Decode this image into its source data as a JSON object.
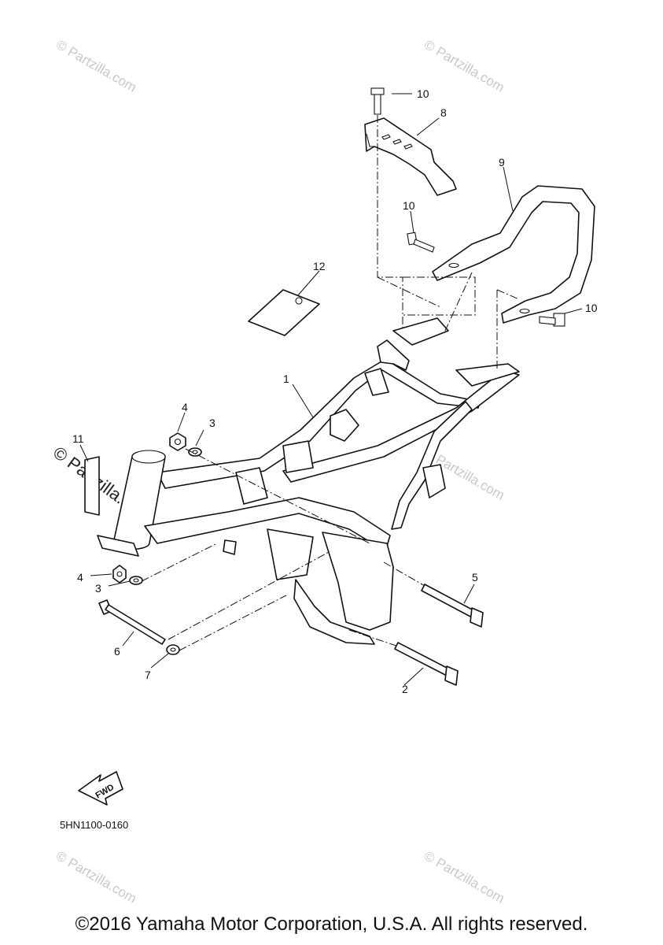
{
  "watermark": {
    "text": "© Partzilla.com",
    "featured_text": "© Partzilla.com"
  },
  "callouts": [
    {
      "id": "1",
      "label": "1"
    },
    {
      "id": "2",
      "label": "2"
    },
    {
      "id": "3a",
      "label": "3"
    },
    {
      "id": "3b",
      "label": "3"
    },
    {
      "id": "4a",
      "label": "4"
    },
    {
      "id": "4b",
      "label": "4"
    },
    {
      "id": "5",
      "label": "5"
    },
    {
      "id": "6",
      "label": "6"
    },
    {
      "id": "7",
      "label": "7"
    },
    {
      "id": "8",
      "label": "8"
    },
    {
      "id": "9",
      "label": "9"
    },
    {
      "id": "10a",
      "label": "10"
    },
    {
      "id": "10b",
      "label": "10"
    },
    {
      "id": "10c",
      "label": "10"
    },
    {
      "id": "11",
      "label": "11"
    },
    {
      "id": "12",
      "label": "12"
    }
  ],
  "fwd_label": "FWD",
  "diagram_code": "5HN1100-0160",
  "copyright": "©2016 Yamaha Motor Corporation, U.S.A. All rights reserved."
}
